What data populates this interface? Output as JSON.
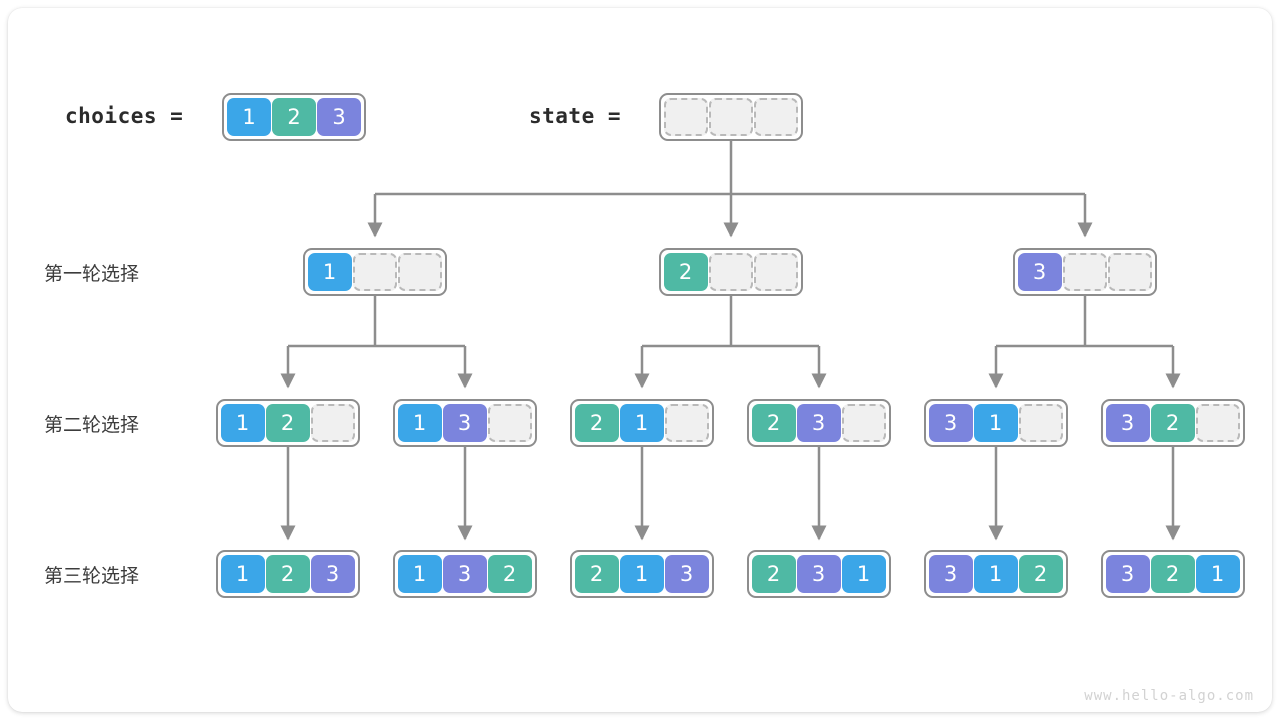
{
  "header": {
    "choices_label": "choices =",
    "state_label": "state =",
    "choices": [
      1,
      2,
      3
    ],
    "state": [
      "",
      "",
      ""
    ]
  },
  "row_labels": [
    "第一轮选择",
    "第二轮选择",
    "第三轮选择"
  ],
  "colors": {
    "value_1": "#3ba6e8",
    "value_2": "#4fb9a4",
    "value_3": "#7b84dd",
    "box_border": "#8d8d8d",
    "empty_cell_fill": "#f0f0f0",
    "empty_cell_border": "#b9b9b9",
    "edge": "#8d8d8d",
    "label_text": "#3c3c3c",
    "watermark": "#d2d2d2",
    "background": "#ffffff"
  },
  "tree": {
    "root": {
      "cells": [
        "",
        "",
        ""
      ]
    },
    "level1": [
      {
        "cells": [
          "1",
          "",
          ""
        ]
      },
      {
        "cells": [
          "2",
          "",
          ""
        ]
      },
      {
        "cells": [
          "3",
          "",
          ""
        ]
      }
    ],
    "level2": [
      {
        "cells": [
          "1",
          "2",
          ""
        ]
      },
      {
        "cells": [
          "1",
          "3",
          ""
        ]
      },
      {
        "cells": [
          "2",
          "1",
          ""
        ]
      },
      {
        "cells": [
          "2",
          "3",
          ""
        ]
      },
      {
        "cells": [
          "3",
          "1",
          ""
        ]
      },
      {
        "cells": [
          "3",
          "2",
          ""
        ]
      }
    ],
    "level3": [
      {
        "cells": [
          "1",
          "2",
          "3"
        ]
      },
      {
        "cells": [
          "1",
          "3",
          "2"
        ]
      },
      {
        "cells": [
          "2",
          "1",
          "3"
        ]
      },
      {
        "cells": [
          "2",
          "3",
          "1"
        ]
      },
      {
        "cells": [
          "3",
          "1",
          "2"
        ]
      },
      {
        "cells": [
          "3",
          "2",
          "1"
        ]
      }
    ]
  },
  "watermark": "www.hello-algo.com"
}
